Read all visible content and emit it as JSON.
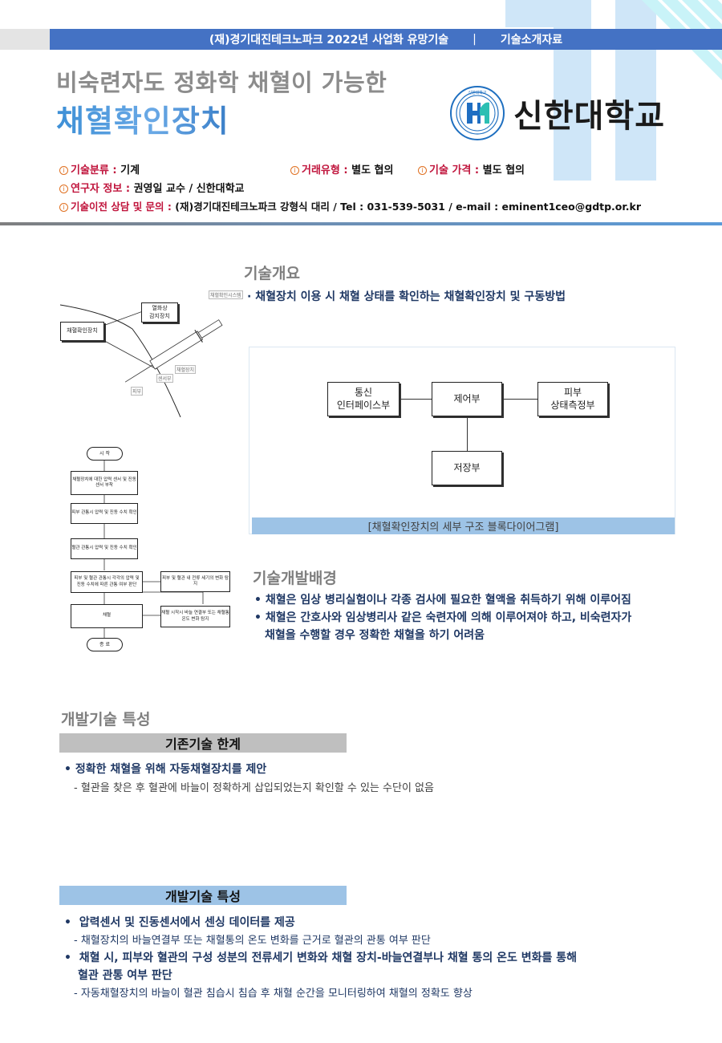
{
  "header": {
    "banner_left": "(재)경기대진테크노파크 2022년 사업화 유망기술",
    "banner_sep": "|",
    "banner_right": "기술소개자료",
    "subtitle": "비숙련자도 정화학 채혈이 가능한",
    "title": "채혈확인장치",
    "logo_text": "신한대학교",
    "logo_emblem": "shinhan-university-emblem",
    "colors": {
      "banner": "#4472c4",
      "title": "#4a90d9",
      "subtitle": "#8c8c8c",
      "key_label": "#c0143c"
    }
  },
  "info": {
    "category_label": "기술분류 :",
    "category_value": "기계",
    "deal_label": "거래유형 :",
    "deal_value": "별도 협의",
    "price_label": "기술 가격 :",
    "price_value": "별도 협의",
    "researcher_label": "연구자 정보 :",
    "researcher_value": "권영일 교수 / 신한대학교",
    "contact_label": "기술이전 상담 및 문의 :",
    "contact_value": "(재)경기대진테크노파크 강형식 대리 / Tel : 031-539-5031 / e-mail : eminent1ceo@gdtp.or.kr",
    "icon": "info-circle-icon"
  },
  "overview": {
    "heading": "기술개요",
    "tag": "채혈확인시스템",
    "bullet": "채혈장치 이용 시 채혈 상태를 확인하는 채혈확인장치 및 구동방법"
  },
  "system_figure": {
    "device": "채혈확인장치",
    "upper_box_line1": "열화상",
    "upper_box_line2": "감지장치",
    "syringe_label": "채혈장치",
    "sensor_label": "센서부",
    "skin_label": "피부"
  },
  "block_diagram": {
    "comm_line1": "통신",
    "comm_line2": "인터페이스부",
    "control": "제어부",
    "skin_line1": "피부",
    "skin_line2": "상태측정부",
    "storage": "저장부",
    "caption": "[채혈확인장치의 세부 구조 블록다이어그램]"
  },
  "flowchart": {
    "start": "시 작",
    "step1": "채혈장치에 대한 압력 센서 및 진동 센서 부착",
    "step2": "피부 관통시 압력 및 진동 수치 확인",
    "step3": "혈관 관통시 압력 및 진동 수치 확인",
    "step4": "피부 및 혈관 관통시 각각의 압력 및 진동 수치에 따른 관통 여부 판단",
    "side1": "피부 및 혈관 내 전류 세기의 변화 탐지",
    "step5": "채혈",
    "side2": "채혈 시작시 바늘 연결부 또는 채혈통 온도 변화 탐지",
    "end": "종 료"
  },
  "background": {
    "heading": "기술개발배경",
    "bullets": [
      "채혈은 임상 병리실험이나 각종 검사에 필요한 혈액을 취득하기 위해 이루어짐",
      "채혈은 간호사와 임상병리사 같은 숙련자에 의해 이루어져야 하고, 비숙련자가",
      "채혈을 수행할 경우 정확한 채혈을 하기 어려움"
    ]
  },
  "features": {
    "heading": "개발기술 특성",
    "limits": {
      "band": "기존기술 한계",
      "bullet": "정확한 채혈을 위해 자동채혈장치를 제안",
      "sub": "- 혈관을 찾은 후 혈관에 바늘이 정확하게 삽입되었는지 확인할 수 있는 수단이 없음"
    },
    "dev": {
      "band": "개발기술 특성",
      "bullet1": "압력센서 및 진동센서에서 센싱 데이터를 제공",
      "sub1": "- 채혈장치의 바늘연결부 또는 채혈통의 온도 변화를 근거로 혈관의 관통 여부 판단",
      "bullet2_line1": "채혈 시, 피부와 혈관의 구성 성분의 전류세기 변화와 채혈 장치-바늘연결부나 채혈 통의 온도 변화를 통해",
      "bullet2_line2": "혈관 관통 여부 판단",
      "sub2": "- 자동채혈장치의 바늘이 혈관 침습시 침습 후 채혈 순간을 모니터링하여 채혈의 정확도 향상"
    }
  }
}
